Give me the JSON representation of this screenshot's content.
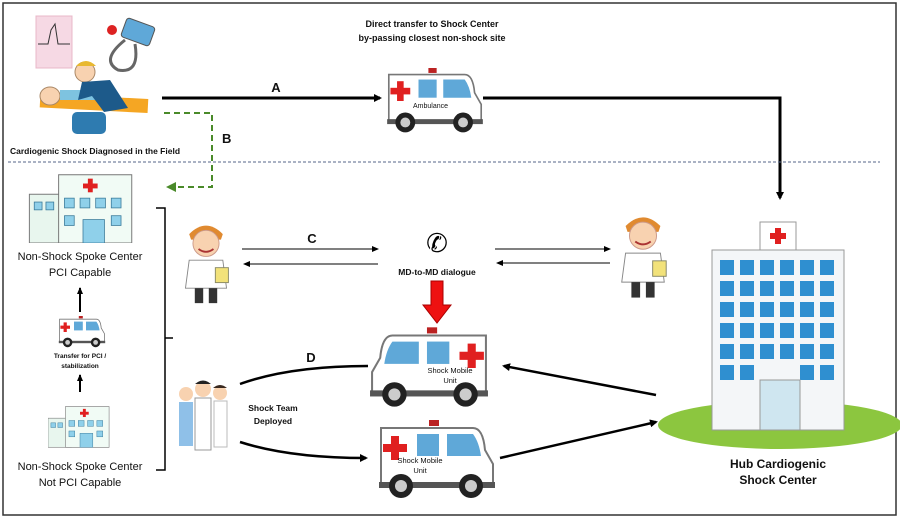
{
  "labels": {
    "top_caption_line1": "Direct transfer to Shock Center",
    "top_caption_line2": "by-passing closest non-shock site",
    "field_caption": "Cardiogenic Shock Diagnosed in the Field",
    "path_a": "A",
    "path_b": "B",
    "path_c": "C",
    "path_d": "D",
    "ambulance": "Ambulance",
    "spoke_pci_line1": "Non-Shock Spoke Center",
    "spoke_pci_line2": "PCI Capable",
    "transfer_line1": "Transfer for PCI /",
    "transfer_line2": "stabilization",
    "spoke_nopci_line1": "Non-Shock Spoke Center",
    "spoke_nopci_line2": "Not PCI Capable",
    "dialogue": "MD-to-MD dialogue",
    "mobile_unit_line1": "Shock Mobile",
    "mobile_unit_line2": "Unit",
    "team_line1": "Shock Team",
    "team_line2": "Deployed",
    "hub_line1": "Hub Cardiogenic",
    "hub_line2": "Shock Center"
  },
  "icons": [
    "ecg-strip-icon",
    "blood-pressure-cuff-icon",
    "paramedic-patient-icon",
    "ambulance-icon",
    "hospital-icon",
    "doctor-icon",
    "phone-icon",
    "medical-team-icon",
    "hub-hospital-icon"
  ],
  "colors": {
    "path_b": "#4a8a2a",
    "red_arrow": "#ee1111",
    "cross": "#e02020",
    "window": "#5fa8d8",
    "lawn": "#8cc63f",
    "divider": "#556688"
  }
}
